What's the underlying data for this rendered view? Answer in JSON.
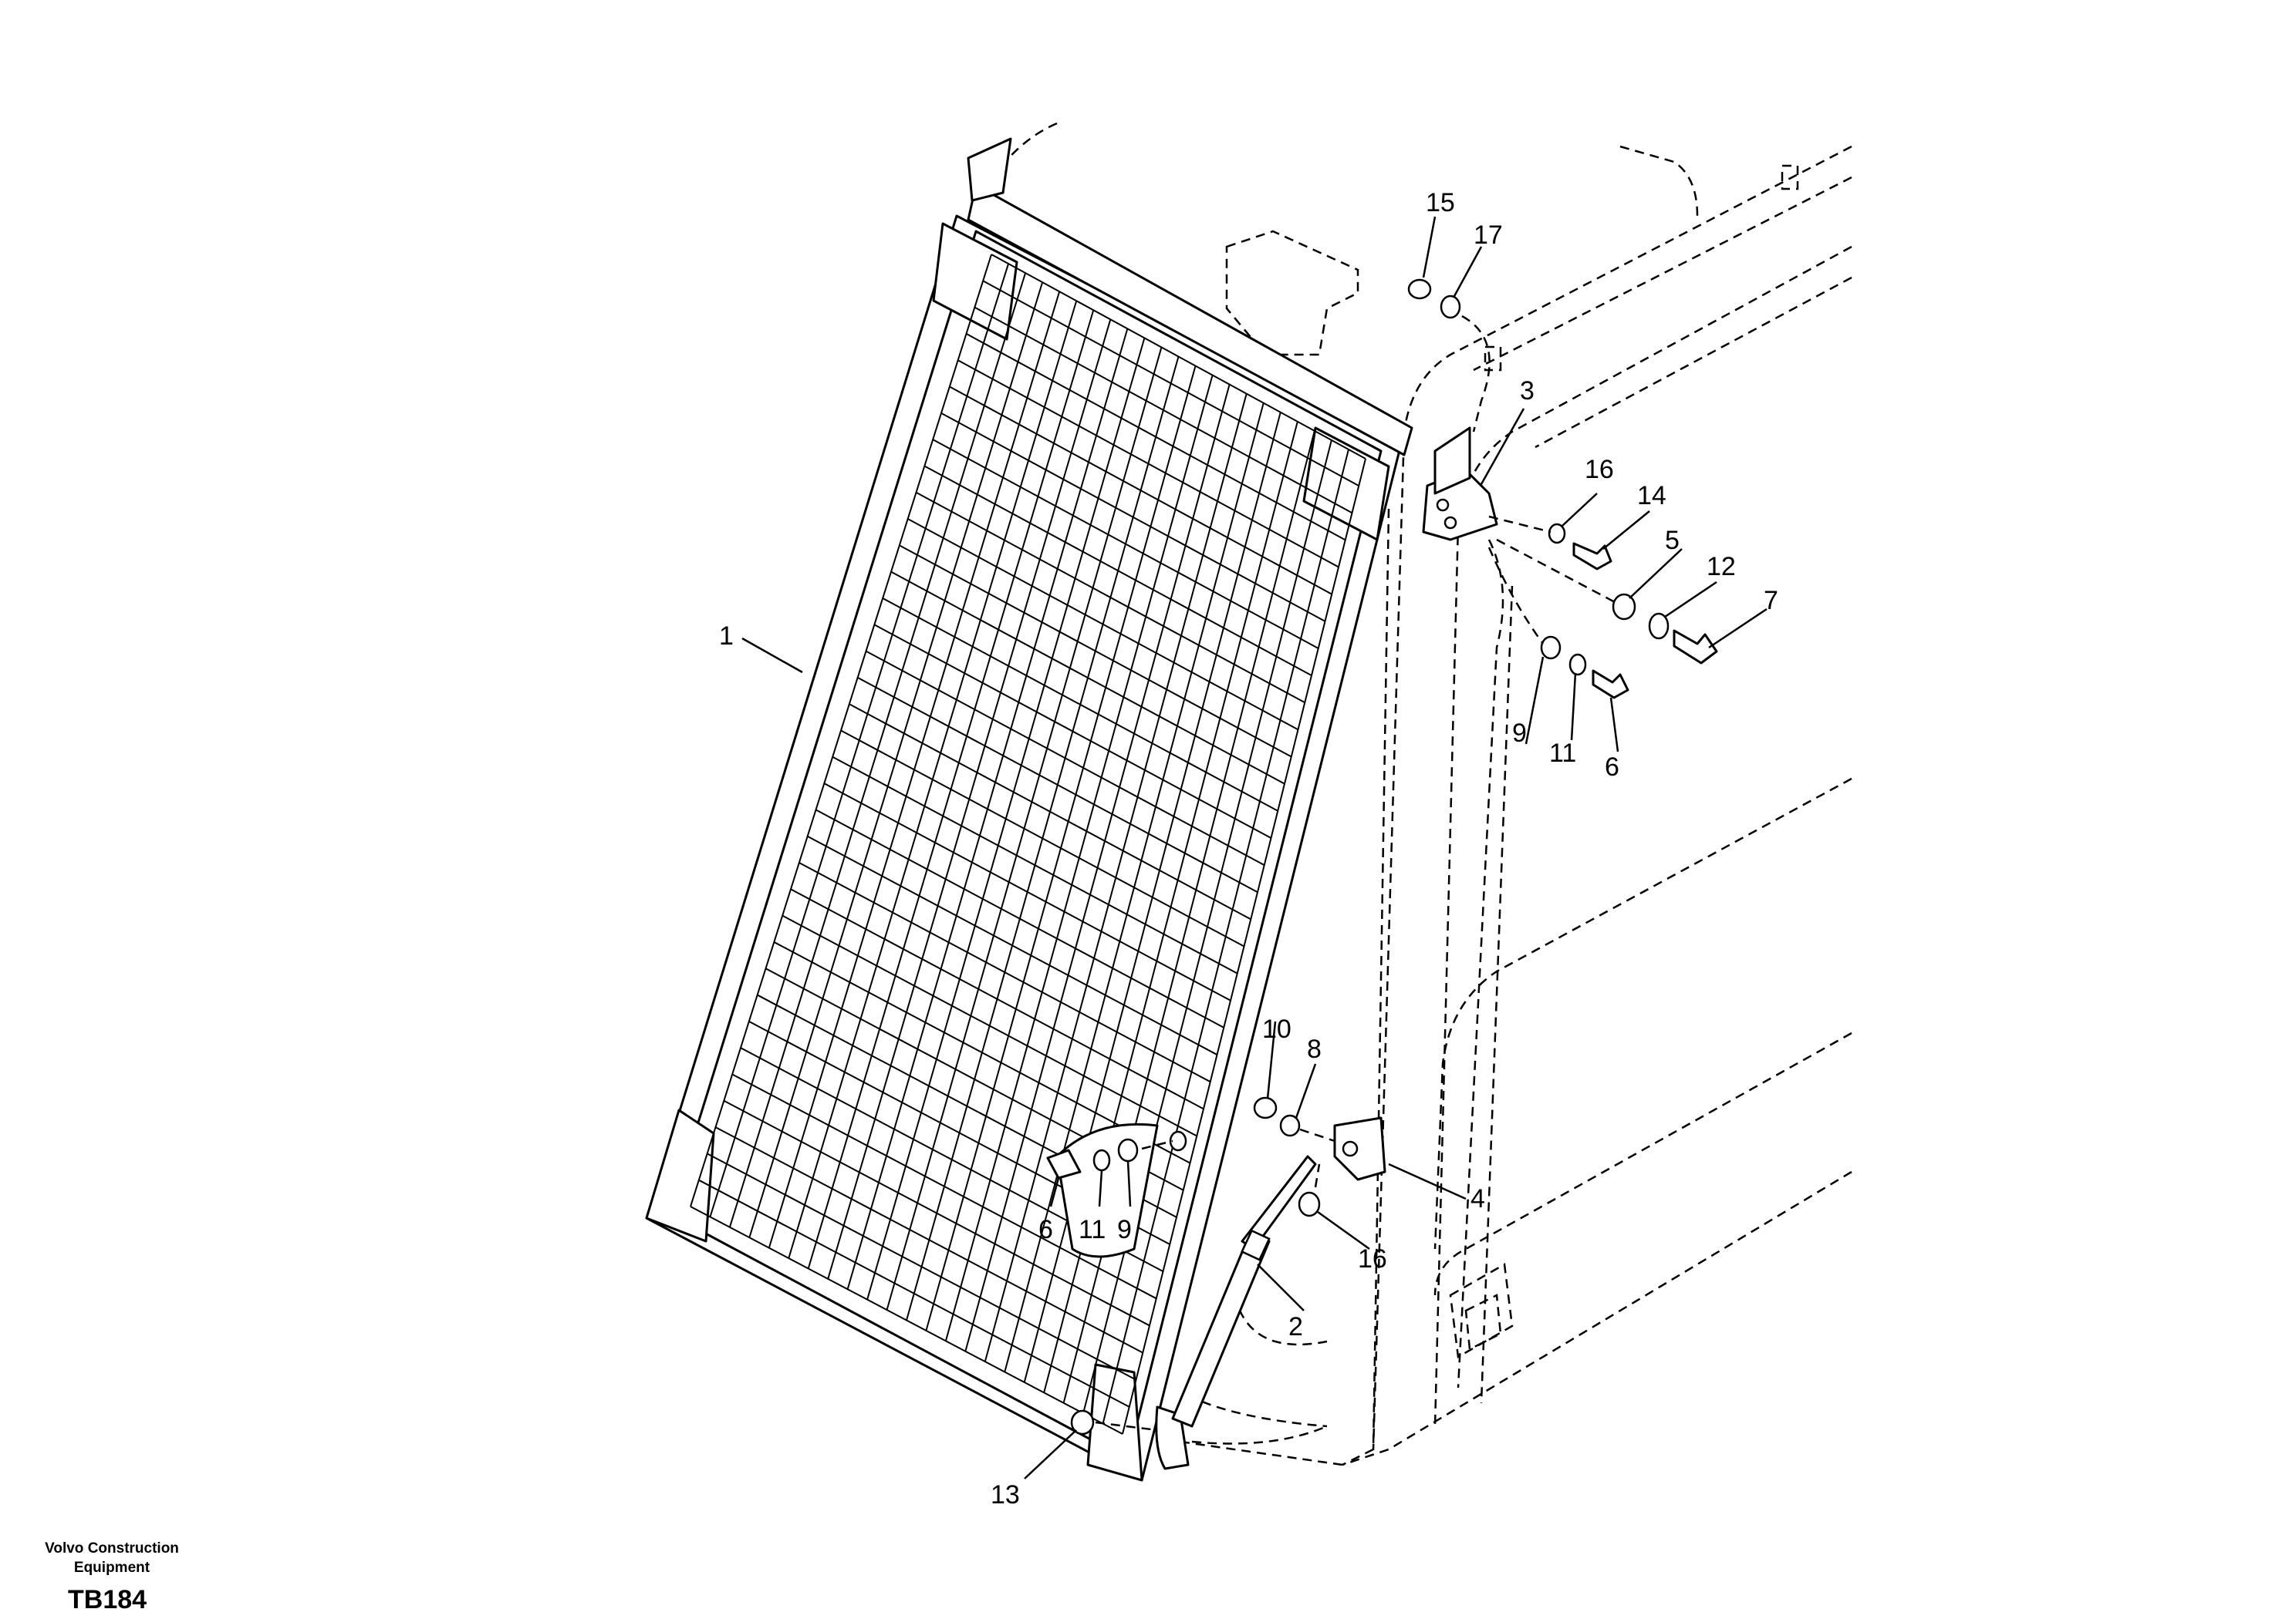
{
  "footer": {
    "company_line1": "Volvo Construction",
    "company_line2": "Equipment",
    "figure_code": "TB184"
  },
  "callouts": {
    "c1": "1",
    "c2": "2",
    "c3": "3",
    "c4": "4",
    "c5": "5",
    "c6_right": "6",
    "c6_left": "6",
    "c7": "7",
    "c8": "8",
    "c9_right": "9",
    "c9_left": "9",
    "c10": "10",
    "c11_right": "11",
    "c11_left": "11",
    "c12": "12",
    "c13": "13",
    "c14": "14",
    "c15": "15",
    "c16_top": "16",
    "c16_bottom": "16",
    "c17": "17"
  }
}
